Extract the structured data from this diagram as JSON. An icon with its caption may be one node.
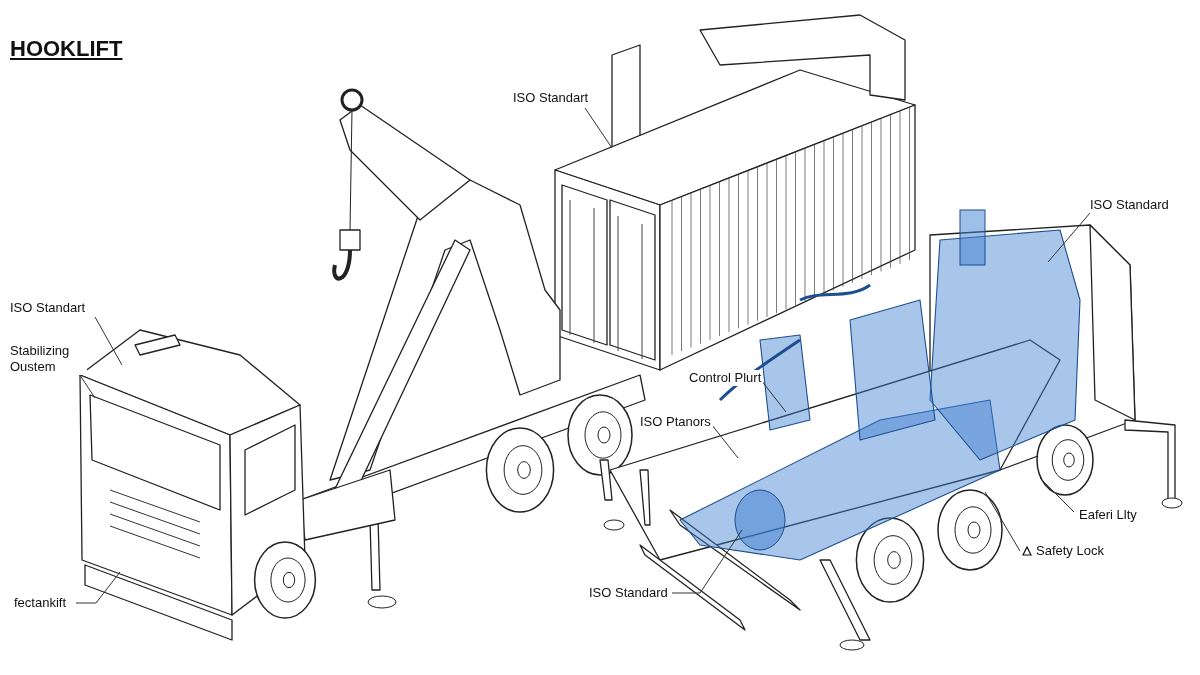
{
  "diagram": {
    "title": "HOOKLIFT",
    "nodes": [
      {
        "text": [
          "ISO Standart"
        ]
      },
      {
        "text": [
          "Stabilizing Oustem"
        ]
      },
      {
        "text": [
          "fectankift"
        ]
      },
      {
        "text": [
          "ISO Standart"
        ]
      },
      {
        "text": [
          "ISO Standard"
        ]
      },
      {
        "text": [
          "Control Plurt"
        ]
      },
      {
        "text": [
          "ISO Ptanors"
        ]
      },
      {
        "text": [
          "Eaferi Llty"
        ]
      },
      {
        "text": [
          "Safety Lock"
        ]
      },
      {
        "text": [
          "ISO Standard"
        ]
      }
    ],
    "edges": [
      {
        "from": 0,
        "to": null,
        "arrow": "none"
      },
      {
        "from": 1,
        "to": null,
        "arrow": "none"
      },
      {
        "from": 2,
        "to": null,
        "arrow": "none"
      },
      {
        "from": 3,
        "to": null,
        "arrow": "none"
      },
      {
        "from": 4,
        "to": null,
        "arrow": "none"
      },
      {
        "from": 5,
        "to": null,
        "arrow": "none"
      },
      {
        "from": 6,
        "to": null,
        "arrow": "none"
      },
      {
        "from": 7,
        "to": null,
        "arrow": "none"
      },
      {
        "from": 8,
        "to": null,
        "arrow": "none"
      },
      {
        "from": 9,
        "to": null,
        "arrow": "none"
      }
    ]
  }
}
